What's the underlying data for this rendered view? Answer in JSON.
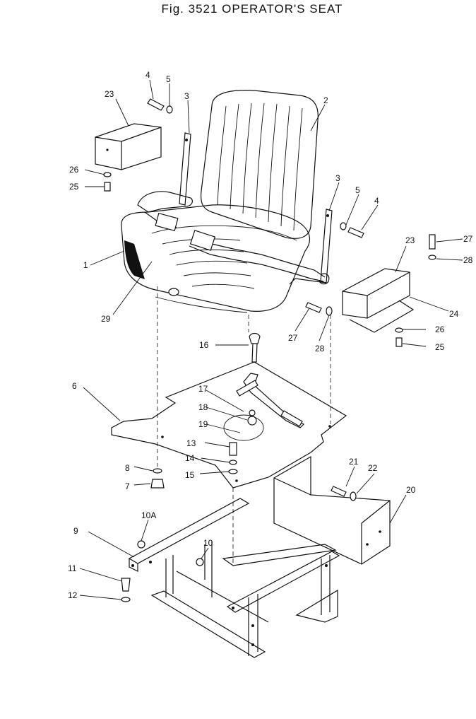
{
  "title": "Fig. 3521  OPERATOR'S SEAT",
  "labels": {
    "l1": "1",
    "l2": "2",
    "l3a": "3",
    "l3b": "3",
    "l4a": "4",
    "l4b": "4",
    "l5a": "5",
    "l5b": "5",
    "l6": "6",
    "l7": "7",
    "l8": "8",
    "l9": "9",
    "l10": "10",
    "l10a": "10A",
    "l11": "11",
    "l12": "12",
    "l13": "13",
    "l14": "14",
    "l15": "15",
    "l16": "16",
    "l17": "17",
    "l18": "18",
    "l19": "19",
    "l20": "20",
    "l21": "21",
    "l22": "22",
    "l23a": "23",
    "l23b": "23",
    "l24": "24",
    "l25a": "25",
    "l25b": "25",
    "l26a": "26",
    "l26b": "26",
    "l27a": "27",
    "l27b": "27",
    "l28a": "28",
    "l28b": "28",
    "l29": "29"
  }
}
